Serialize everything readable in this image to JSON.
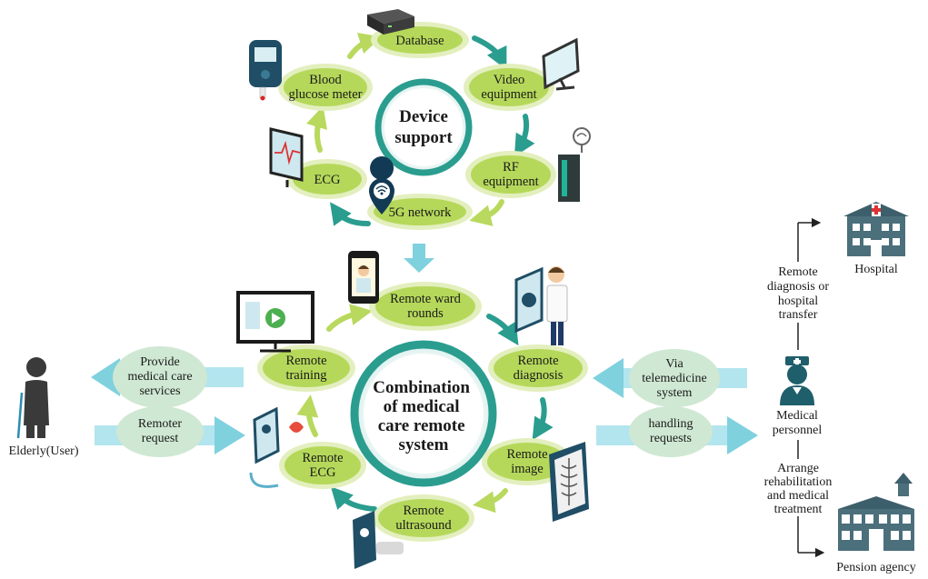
{
  "device_support": {
    "center": [
      "Device",
      "support"
    ],
    "nodes": {
      "database": [
        "Database"
      ],
      "video": [
        "Video",
        "equipment"
      ],
      "rf": [
        "RF",
        "equipment"
      ],
      "network": [
        "5G network"
      ],
      "ecg": [
        "ECG"
      ],
      "glucose": [
        "Blood",
        "glucose meter"
      ]
    }
  },
  "remote_system": {
    "center": [
      "Combination",
      "of medical",
      "care remote",
      "system"
    ],
    "nodes": {
      "ward": [
        "Remote ward",
        "rounds"
      ],
      "diagnosis": [
        "Remote",
        "diagnosis"
      ],
      "image": [
        "Remote",
        "image"
      ],
      "ultrasound": [
        "Remote",
        "ultrasound"
      ],
      "ecg": [
        "Remote",
        "ECG"
      ],
      "training": [
        "Remote",
        "training"
      ]
    }
  },
  "left": {
    "provide": [
      "Provide",
      "medical care",
      "services"
    ],
    "request": [
      "Remoter",
      "request"
    ],
    "user": [
      "Elderly(User)"
    ]
  },
  "right": {
    "via": [
      "Via",
      "telemedicine",
      "system"
    ],
    "handling": [
      "handling",
      "requests"
    ],
    "personnel": [
      "Medical",
      "personnel"
    ],
    "hospital": [
      "Hospital"
    ],
    "pension": [
      "Pension agency"
    ],
    "to_hospital": [
      "Remote",
      "diagnosis or",
      "hospital",
      "transfer"
    ],
    "to_pension": [
      "Arrange",
      "rehabilitation",
      "and medical",
      "treatment"
    ]
  },
  "colors": {
    "node_fill": "#b5d85a",
    "node_halo": "#e3efbe",
    "hub_ring": "#2a9d8f",
    "arrow_dark": "#2a9d8f",
    "arrow_light": "#b8d95e",
    "flow_arrow": "#7fd1de",
    "side_bubble": "#cfe8d3"
  }
}
